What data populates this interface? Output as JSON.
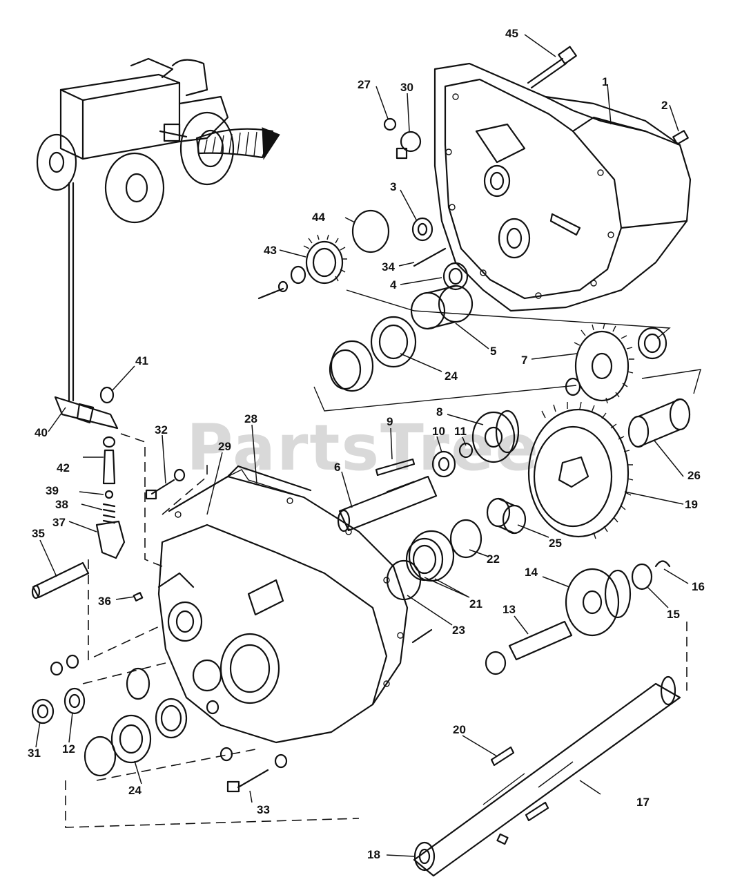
{
  "watermark": "PartsTree",
  "callouts": [
    {
      "n": "1"
    },
    {
      "n": "2"
    },
    {
      "n": "3"
    },
    {
      "n": "4"
    },
    {
      "n": "5"
    },
    {
      "n": "6"
    },
    {
      "n": "7"
    },
    {
      "n": "8"
    },
    {
      "n": "9"
    },
    {
      "n": "10"
    },
    {
      "n": "11"
    },
    {
      "n": "12"
    },
    {
      "n": "13"
    },
    {
      "n": "14"
    },
    {
      "n": "15"
    },
    {
      "n": "16"
    },
    {
      "n": "17"
    },
    {
      "n": "18"
    },
    {
      "n": "19"
    },
    {
      "n": "20"
    },
    {
      "n": "21"
    },
    {
      "n": "22"
    },
    {
      "n": "23"
    },
    {
      "n": "24"
    },
    {
      "n": "24"
    },
    {
      "n": "25"
    },
    {
      "n": "26"
    },
    {
      "n": "27"
    },
    {
      "n": "28"
    },
    {
      "n": "29"
    },
    {
      "n": "30"
    },
    {
      "n": "31"
    },
    {
      "n": "32"
    },
    {
      "n": "33"
    },
    {
      "n": "34"
    },
    {
      "n": "35"
    },
    {
      "n": "36"
    },
    {
      "n": "37"
    },
    {
      "n": "38"
    },
    {
      "n": "39"
    },
    {
      "n": "40"
    },
    {
      "n": "41"
    },
    {
      "n": "42"
    },
    {
      "n": "43"
    },
    {
      "n": "44"
    },
    {
      "n": "45"
    }
  ]
}
